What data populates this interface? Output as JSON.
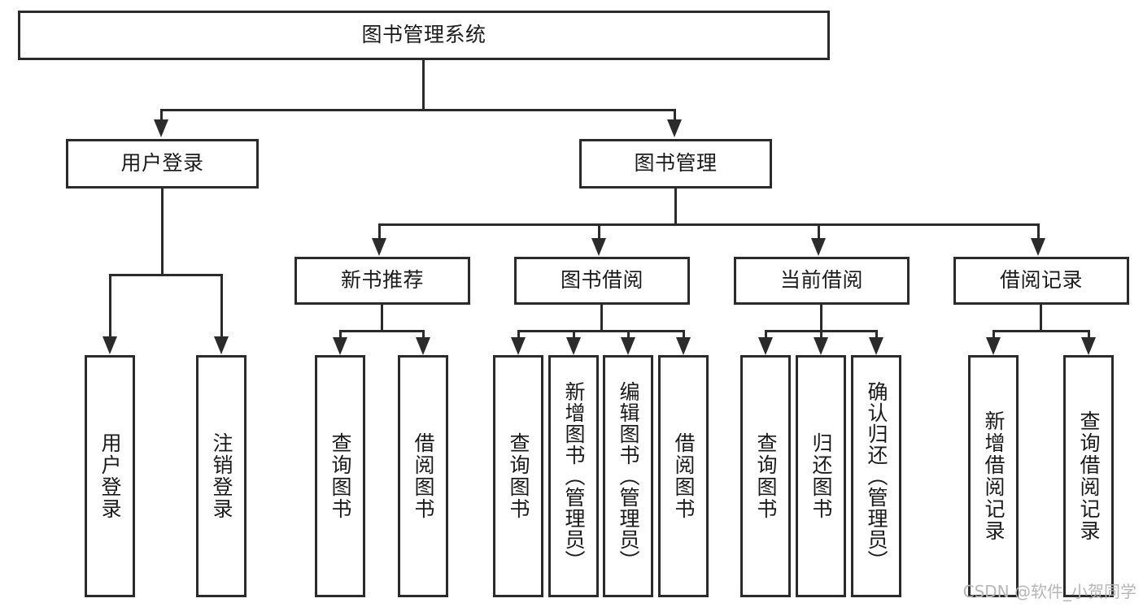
{
  "diagram": {
    "title": "图书管理系统",
    "type": "tree",
    "watermark": "CSDN @软件_小贺同学",
    "colors": {
      "stroke": "#2b2b2b",
      "fill": "#ffffff",
      "text": "#1a1a1a",
      "watermark": "#b6b6b6"
    },
    "root": {
      "label": "图书管理系统"
    },
    "level1": [
      {
        "label": "用户登录"
      },
      {
        "label": "图书管理"
      }
    ],
    "level2": [
      {
        "label": "新书推荐"
      },
      {
        "label": "图书借阅"
      },
      {
        "label": "当前借阅"
      },
      {
        "label": "借阅记录"
      }
    ],
    "leaves": {
      "user_login": [
        {
          "label": "用户登录"
        },
        {
          "label": "注销登录"
        }
      ],
      "new_book": [
        {
          "label": "查询图书"
        },
        {
          "label": "借阅图书"
        }
      ],
      "book_borrow": [
        {
          "label": "查询图书"
        },
        {
          "label": "新增图书（管理员）"
        },
        {
          "label": "编辑图书（管理员）"
        },
        {
          "label": "借阅图书"
        }
      ],
      "current_borrow": [
        {
          "label": "查询图书"
        },
        {
          "label": "归还图书"
        },
        {
          "label": "确认归还（管理员）"
        }
      ],
      "borrow_record": [
        {
          "label": "新增借阅记录"
        },
        {
          "label": "查询借阅记录"
        }
      ]
    }
  }
}
